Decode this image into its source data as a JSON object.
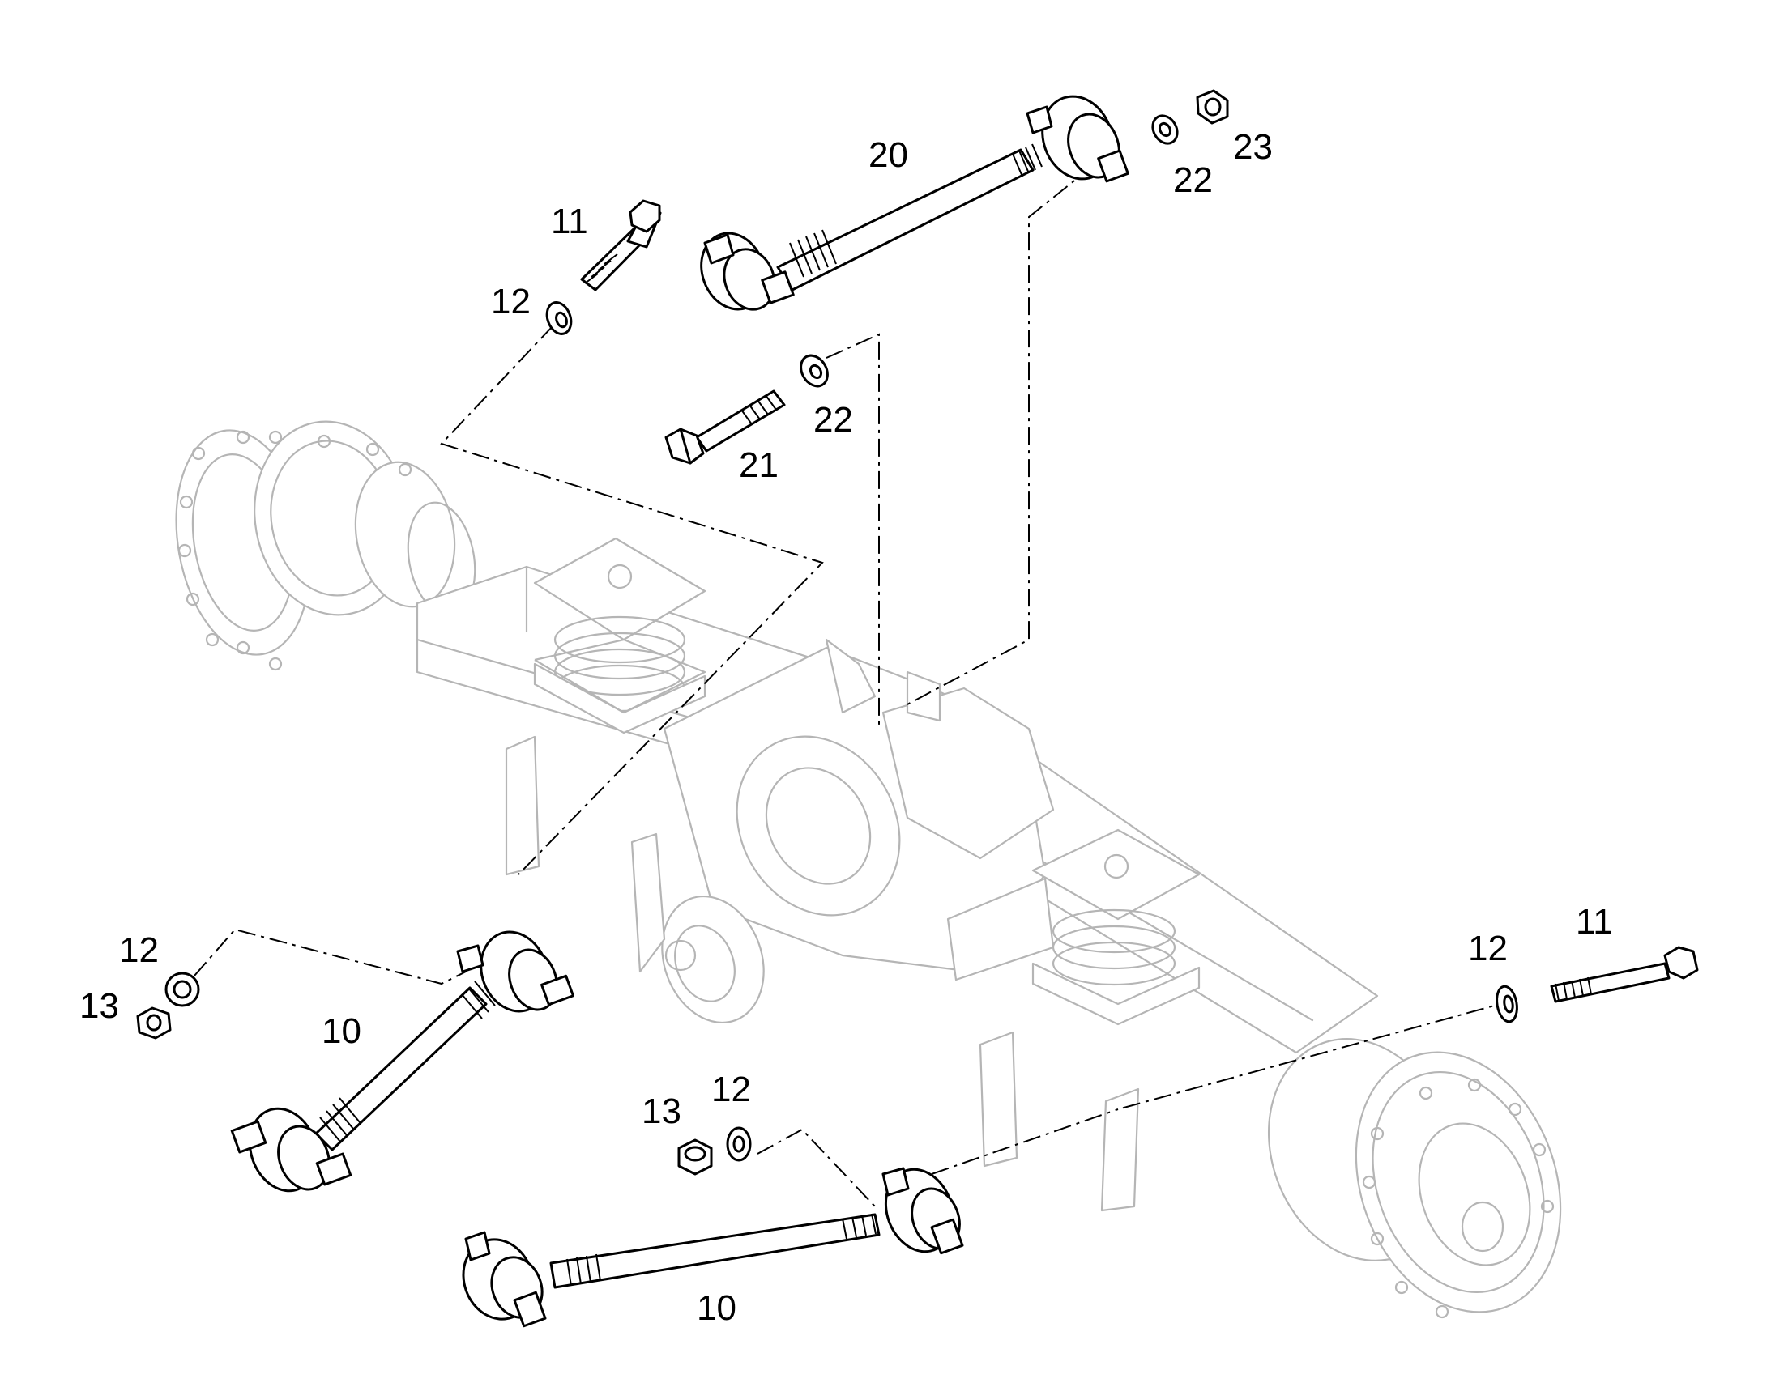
{
  "diagram": {
    "callouts": [
      {
        "id": "c20",
        "text": "20"
      },
      {
        "id": "c23",
        "text": "23"
      },
      {
        "id": "c22a",
        "text": "22"
      },
      {
        "id": "c11a",
        "text": "11"
      },
      {
        "id": "c12a",
        "text": "12"
      },
      {
        "id": "c22b",
        "text": "22"
      },
      {
        "id": "c21",
        "text": "21"
      },
      {
        "id": "c12b",
        "text": "12"
      },
      {
        "id": "c13a",
        "text": "13"
      },
      {
        "id": "c10a",
        "text": "10"
      },
      {
        "id": "c12c",
        "text": "12"
      },
      {
        "id": "c11b",
        "text": "11"
      },
      {
        "id": "c13b",
        "text": "13"
      },
      {
        "id": "c12d",
        "text": "12"
      },
      {
        "id": "c10b",
        "text": "10"
      }
    ]
  }
}
